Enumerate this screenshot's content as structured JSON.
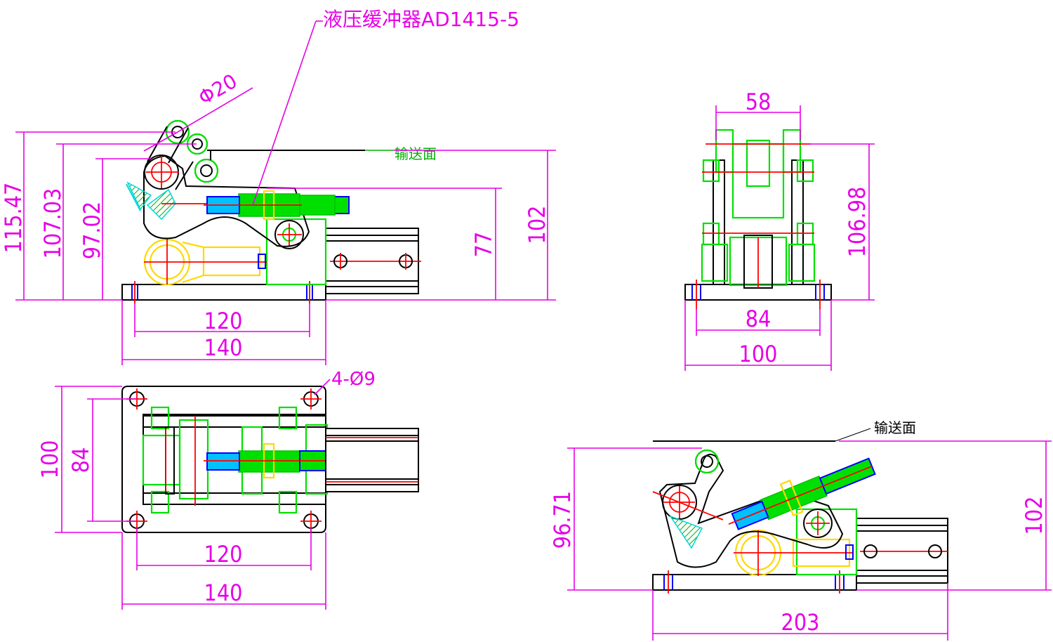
{
  "annotations": {
    "buffer_label": "液压缓冲器AD1415-5",
    "conveyor_surface_top": "输送面",
    "conveyor_surface_bottom": "输送面",
    "diameter_label": "Φ20",
    "holes_label": "4-Ø9"
  },
  "front_view": {
    "dims": {
      "h_115_47": "115.47",
      "h_107_03": "107.03",
      "h_97_02": "97.02",
      "h_77": "77",
      "h_102": "102",
      "w_120": "120",
      "w_140": "140"
    }
  },
  "side_view": {
    "dims": {
      "w_58": "58",
      "h_106_98": "106.98",
      "w_84": "84",
      "w_100": "100"
    }
  },
  "top_view": {
    "dims": {
      "h_100": "100",
      "h_84": "84",
      "w_120": "120",
      "w_140": "140"
    }
  },
  "actuated_view": {
    "dims": {
      "h_96_71": "96.71",
      "h_102": "102",
      "w_203": "203"
    }
  },
  "colors": {
    "dimension": "#e600e6",
    "outline": "#000000",
    "part_green": "#00e000",
    "centerline_red": "#ff0000",
    "hole_blue": "#0000ff",
    "part_yellow": "#ffd800",
    "hatch_cyan": "#00d8d8"
  }
}
